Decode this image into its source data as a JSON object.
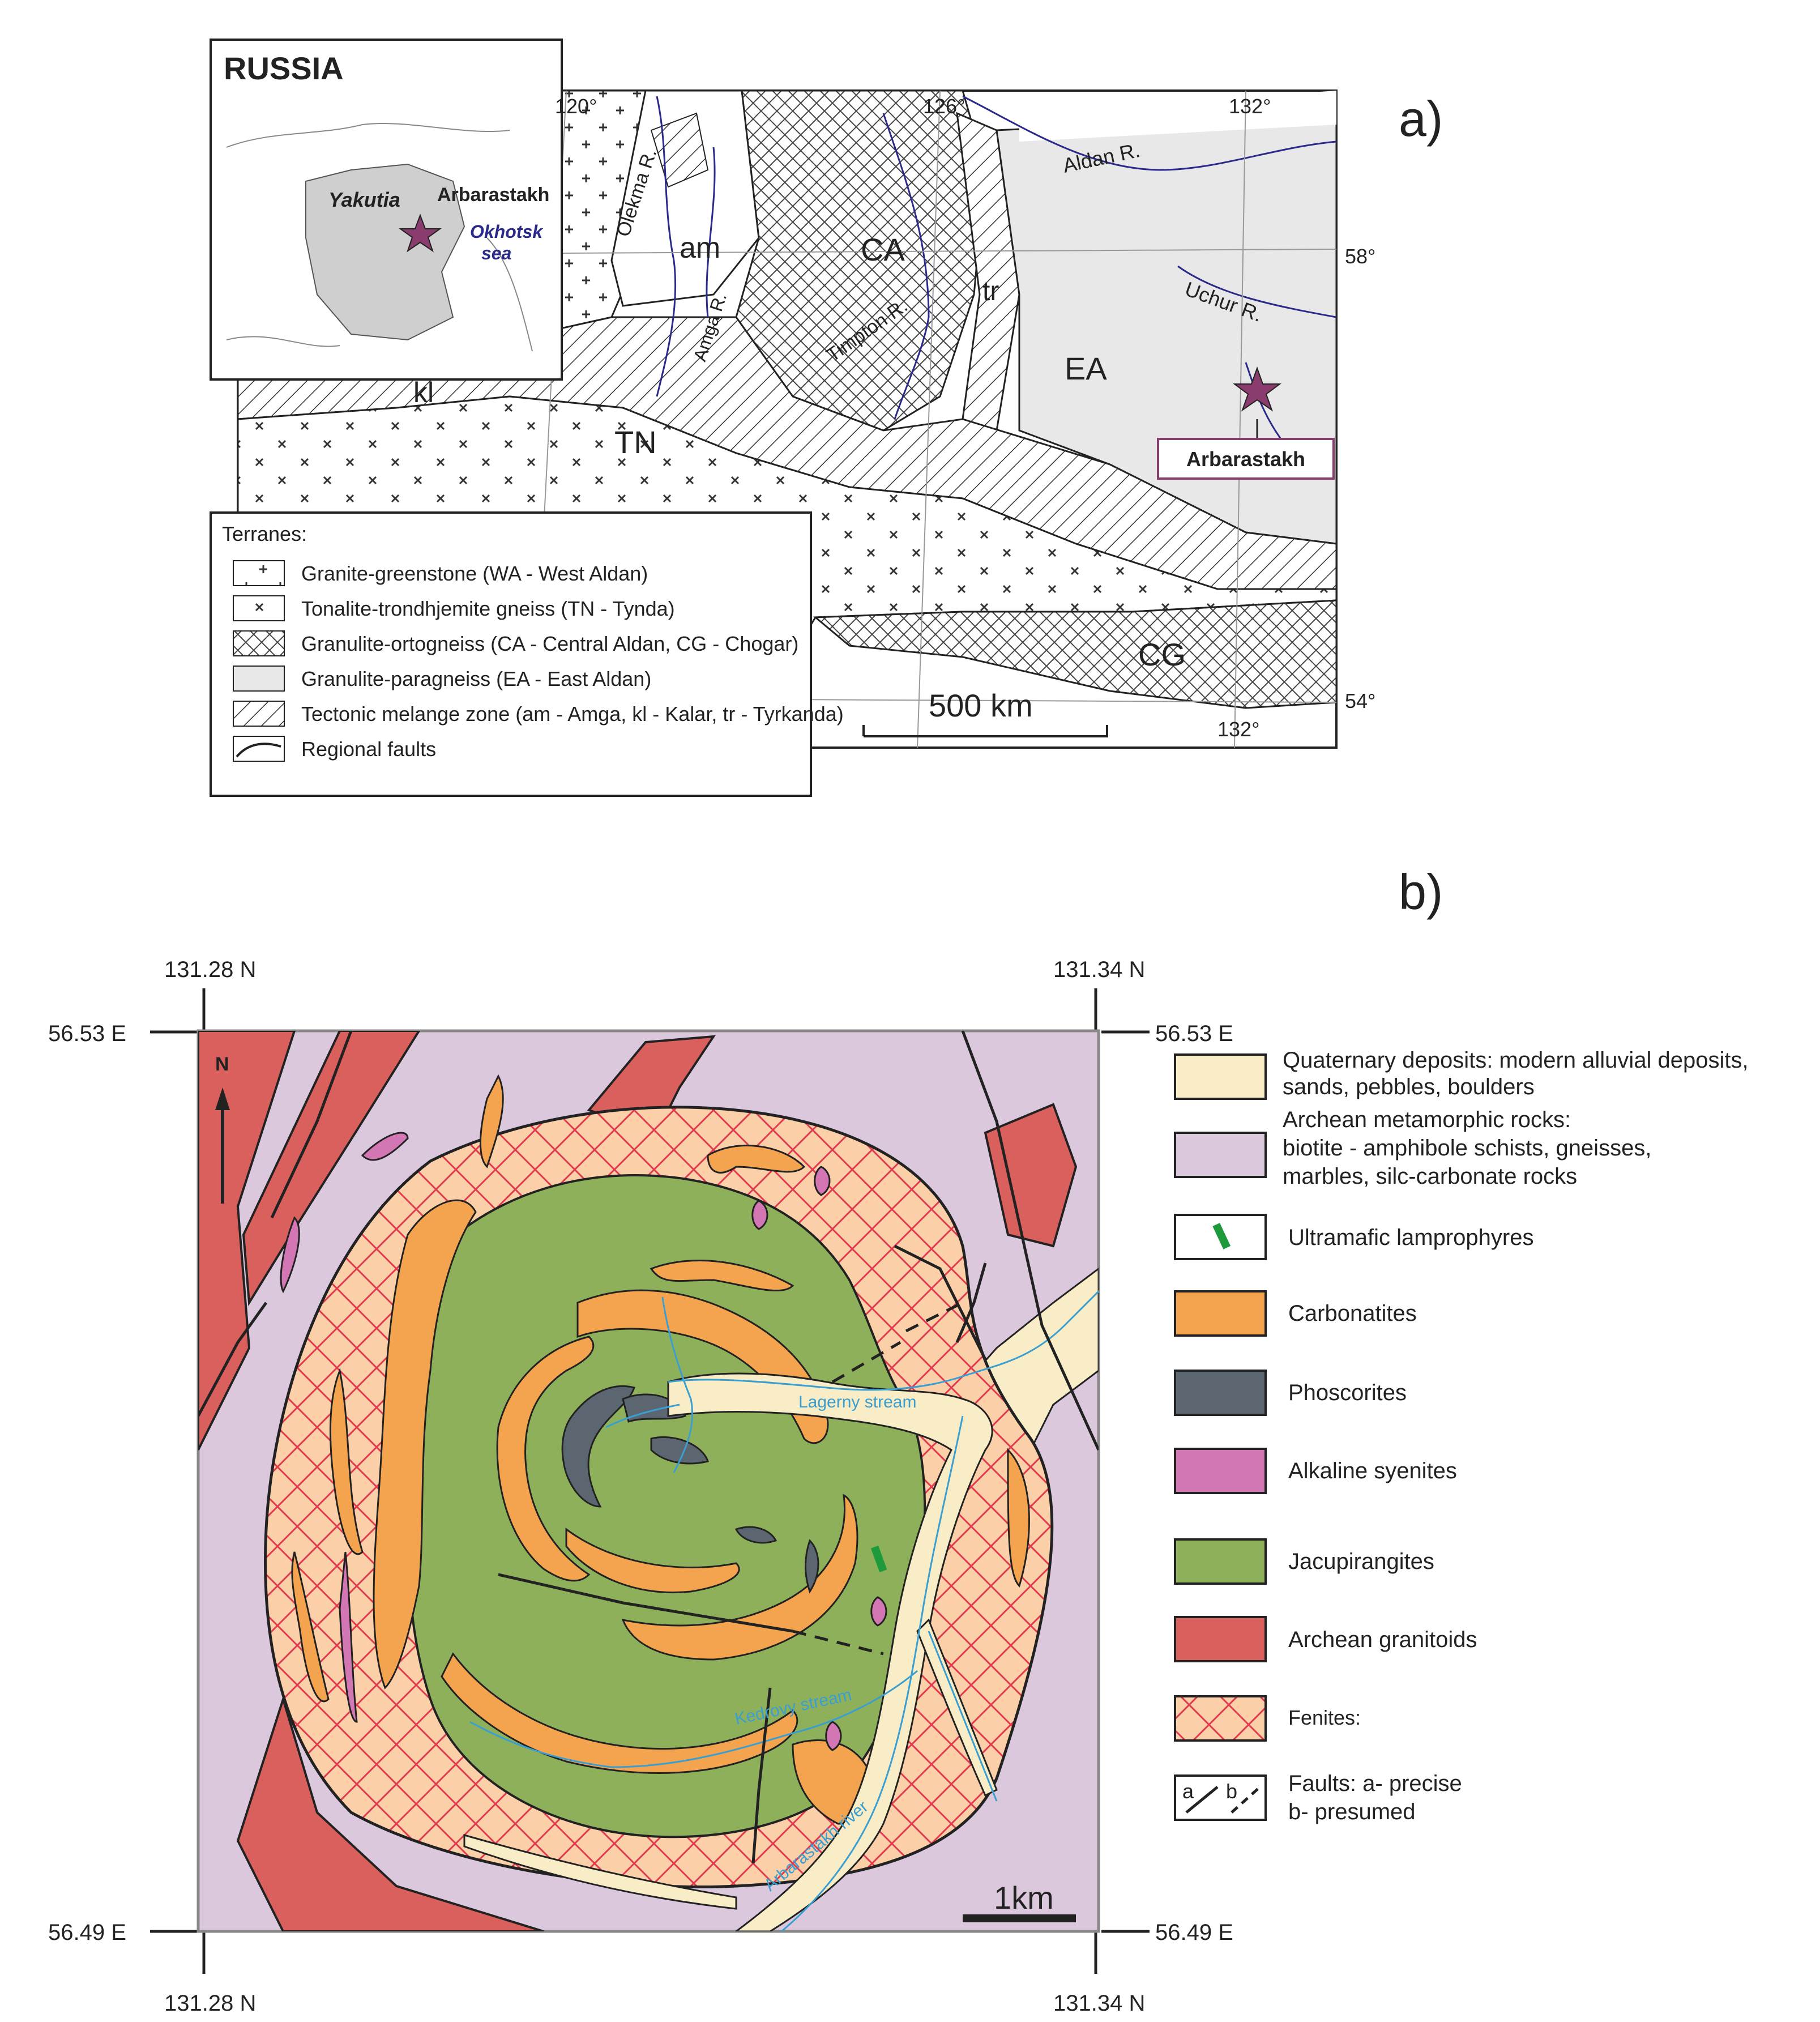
{
  "panel_a": {
    "panel_label": "a)",
    "inset": {
      "country": "RUSSIA",
      "region": "Yakutia",
      "site": "Arbarastakh",
      "sea_line1": "Okhotsk",
      "sea_line2": "sea"
    },
    "graticule": {
      "lon_120": "120°",
      "lon_126": "126°",
      "lon_132": "132°",
      "lat_58": "58°",
      "lat_54": "54°",
      "lon_132_bottom": "132°"
    },
    "rivers": {
      "aldan": "Aldan R.",
      "olekma": "Olekma R.",
      "amga": "Amga R.",
      "timpton": "Timpton R.",
      "uchur": "Uchur R."
    },
    "terranes": {
      "am": "am",
      "ca": "CA",
      "tr": "tr",
      "ea": "EA",
      "kl": "kl",
      "tn": "TN",
      "cg": "CG"
    },
    "site_box": "Arbarastakh",
    "scale": "500 km",
    "legend": {
      "title": "Terranes:",
      "items": [
        "Granite-greenstone (WA - West Aldan)",
        "Tonalite-trondhjemite gneiss (TN - Tynda)",
        "Granulite-ortogneiss (CA - Central Aldan, CG - Chogar)",
        "Granulite-paragneiss (EA - East Aldan)",
        "Tectonic melange zone (am - Amga, kl - Kalar, tr - Tyrkanda)",
        "Regional faults"
      ]
    }
  },
  "panel_b": {
    "panel_label": "b)",
    "coords": {
      "top_left_lon": "131.28 N",
      "top_right_lon": "131.34 N",
      "bottom_left_lon": "131.28 N",
      "bottom_right_lon": "131.34 N",
      "top_left_lat": "56.53 E",
      "top_right_lat": "56.53 E",
      "bottom_left_lat": "56.49 E",
      "bottom_right_lat": "56.49 E",
      "degree": "°"
    },
    "north": "N",
    "streams": {
      "lagerny": "Lagerny stream",
      "kedrovy": "Kedrovy stream",
      "arbarastakh": "Arbarastakh river"
    },
    "scale": "1km",
    "legend": {
      "quaternary_1": "Quaternary deposits: modern alluvial deposits,",
      "quaternary_2": "sands, pebbles, boulders",
      "archean_meta_1": "Archean metamorphic rocks:",
      "archean_meta_2": "biotite - amphibole schists, gneisses,",
      "archean_meta_3": "marbles, silc-carbonate rocks",
      "ultramafic": "Ultramafic lamprophyres",
      "carbonatites": "Carbonatites",
      "phoscorites": "Phoscorites",
      "syenites": "Alkaline syenites",
      "jacupirangites": "Jacupirangites",
      "granitoids": "Archean granitoids",
      "fenites": "Fenites:",
      "faults_1": "Faults: a- precise",
      "faults_2": "b- presumed",
      "fault_a": "a",
      "fault_b": "b"
    },
    "colors": {
      "quaternary": "#f8edc6",
      "metamorphic": "#dcc8dc",
      "ultramafic": "#1d9a3c",
      "carbonatite": "#f4a34e",
      "phoscorite": "#5c6670",
      "syenite": "#d276b4",
      "jacupirangite": "#8fb05a",
      "granitoid": "#d9605c",
      "fenite_bg": "#fbd0a8",
      "fenite_line": "#e23a4e",
      "stream": "#3a9fd0"
    }
  }
}
